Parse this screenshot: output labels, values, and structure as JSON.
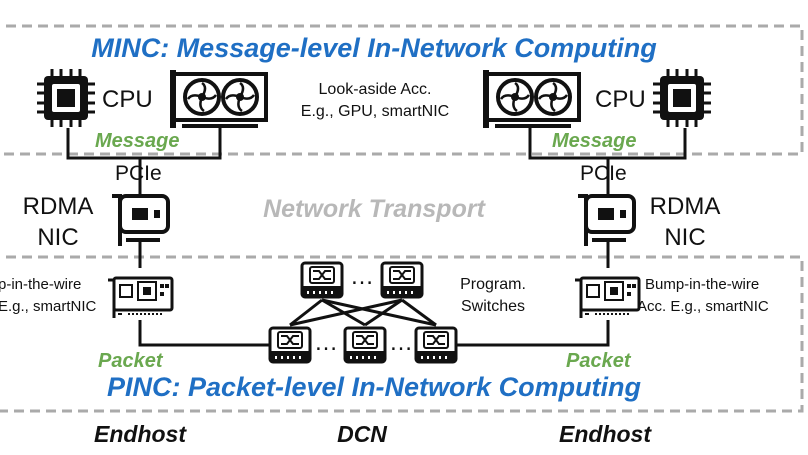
{
  "colors": {
    "blue": "#1f6fc4",
    "green": "#6aa84f",
    "gray": "#b8b8b8",
    "dash": "#aaaaaa"
  },
  "minc": {
    "title": "MINC: Message-level In-Network Computing"
  },
  "pinc": {
    "title": "PINC: Packet-level In-Network Computing"
  },
  "left": {
    "cpu": "CPU",
    "message": "Message",
    "pcie": "PCIe",
    "rdma_nic": [
      "RDMA",
      "NIC"
    ],
    "bump": [
      "p-in-the-wire",
      "E.g., smartNIC"
    ],
    "packet": "Packet"
  },
  "right": {
    "cpu": "CPU",
    "message": "Message",
    "pcie": "PCIe",
    "rdma_nic": [
      "RDMA",
      "NIC"
    ],
    "bump": [
      "Bump-in-the-wire",
      "Acc. E.g., smartNIC"
    ],
    "packet": "Packet"
  },
  "lookaside": [
    "Look-aside Acc.",
    "E.g., GPU, smartNIC"
  ],
  "network_transport": "Network Transport",
  "switches": {
    "label": [
      "Program.",
      "Switches"
    ],
    "ellipsis": "…"
  },
  "footer": {
    "left": "Endhost",
    "middle": "DCN",
    "right": "Endhost"
  },
  "icons": [
    "cpu-chip-icon",
    "gpu-card-icon",
    "nic-card-icon",
    "switch-icon",
    "accelerator-card-icon"
  ]
}
